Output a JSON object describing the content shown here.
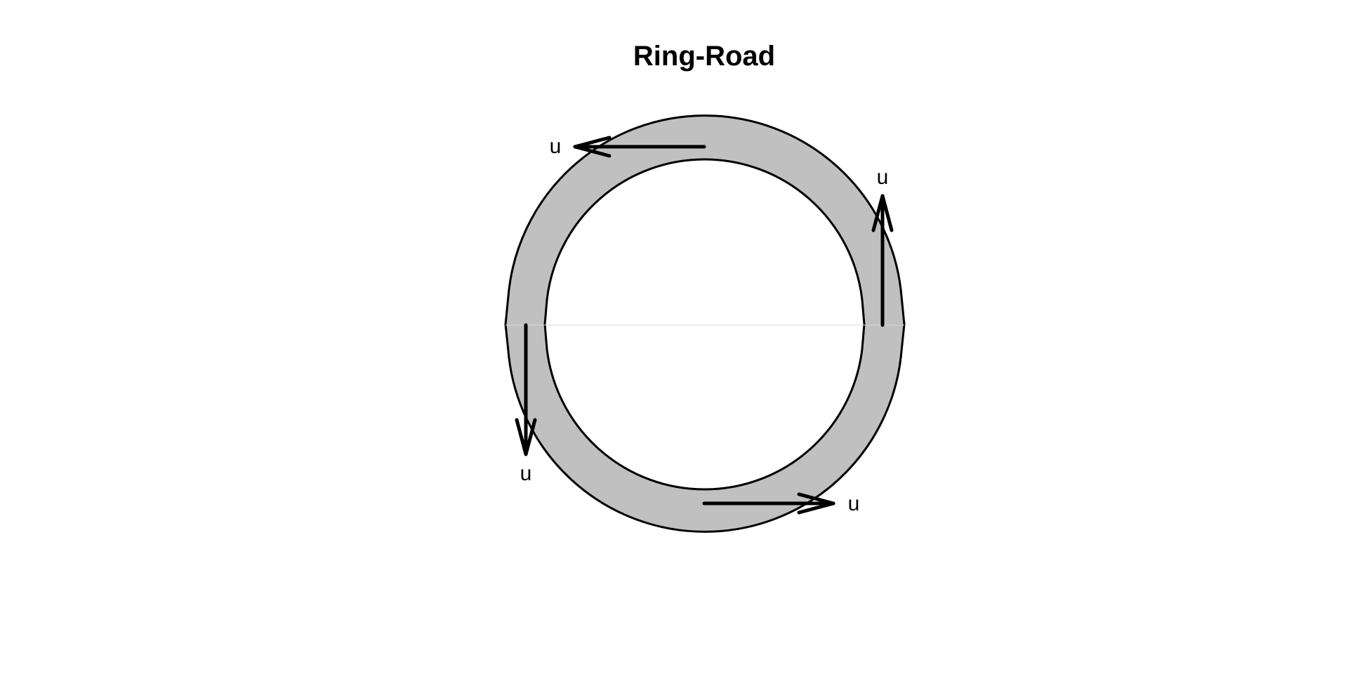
{
  "title": "Ring-Road",
  "colors": {
    "road_fill": "#c0c0c0",
    "stroke": "#000000",
    "background": "#ffffff"
  },
  "arrows": [
    {
      "direction": "left",
      "label": "u"
    },
    {
      "direction": "up",
      "label": "u"
    },
    {
      "direction": "down",
      "label": "u"
    },
    {
      "direction": "right",
      "label": "u"
    }
  ]
}
